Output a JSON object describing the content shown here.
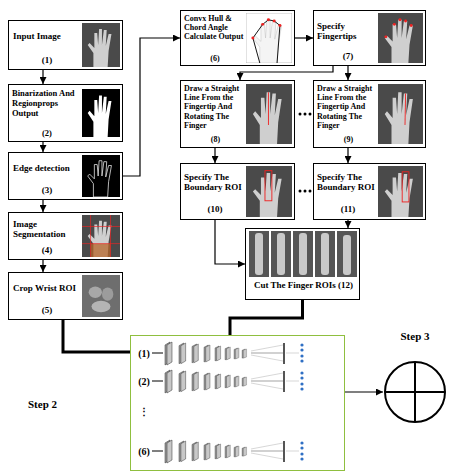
{
  "diagram": {
    "nodes": [
      {
        "text": [
          "Input Image",
          "(1)"
        ]
      },
      {
        "text": [
          "Binarization And Regionprops Output",
          "(2)"
        ]
      },
      {
        "text": [
          "Edge detection",
          "(3)"
        ]
      },
      {
        "text": [
          "Image Segmentation",
          "(4)"
        ]
      },
      {
        "text": [
          "Crop Wrist ROI",
          "(5)"
        ]
      },
      {
        "text": [
          "Convx Hull & Chord Angle Calculate Output",
          "(6)"
        ]
      },
      {
        "text": [
          "Specify Fingertips",
          "(7)"
        ]
      },
      {
        "text": [
          "Draw a Straight Line From the Fingertip And Rotating The Finger",
          "(8)"
        ]
      },
      {
        "text": [
          "Draw a Straight Line From the Fingertip And Rotating The Finger",
          "(9)"
        ]
      },
      {
        "text": [
          "Specify The Boundary ROI",
          "(10)"
        ]
      },
      {
        "text": [
          "Specify The Boundary ROI",
          "(11)"
        ]
      },
      {
        "text": [
          "Cut The Finger ROIs (12)"
        ]
      },
      {
        "text": [
          "(1)",
          "(2)",
          "⋮",
          "(6)"
        ]
      },
      {
        "text": [
          "Step 3"
        ]
      }
    ],
    "edges": [
      {
        "from": 0,
        "to": 1,
        "arrow": "to"
      },
      {
        "from": 1,
        "to": 2,
        "arrow": "to"
      },
      {
        "from": 2,
        "to": 3,
        "arrow": "to"
      },
      {
        "from": 3,
        "to": 4,
        "arrow": "to"
      },
      {
        "from": 2,
        "to": 5,
        "arrow": "to"
      },
      {
        "from": 5,
        "to": 6,
        "arrow": "to"
      },
      {
        "from": 6,
        "to": 7,
        "arrow": "to"
      },
      {
        "from": 6,
        "to": 8,
        "arrow": "to"
      },
      {
        "from": 7,
        "to": 9,
        "arrow": "to"
      },
      {
        "from": 8,
        "to": 10,
        "arrow": "to"
      },
      {
        "from": 9,
        "to": 11,
        "arrow": "to"
      },
      {
        "from": 10,
        "to": 11,
        "arrow": "to"
      },
      {
        "from": 4,
        "to": 12,
        "arrow": "none"
      },
      {
        "from": 11,
        "to": 12,
        "arrow": "none"
      },
      {
        "from": 12,
        "to": 13,
        "arrow": "to"
      }
    ],
    "labels": [
      "Step 2"
    ]
  }
}
